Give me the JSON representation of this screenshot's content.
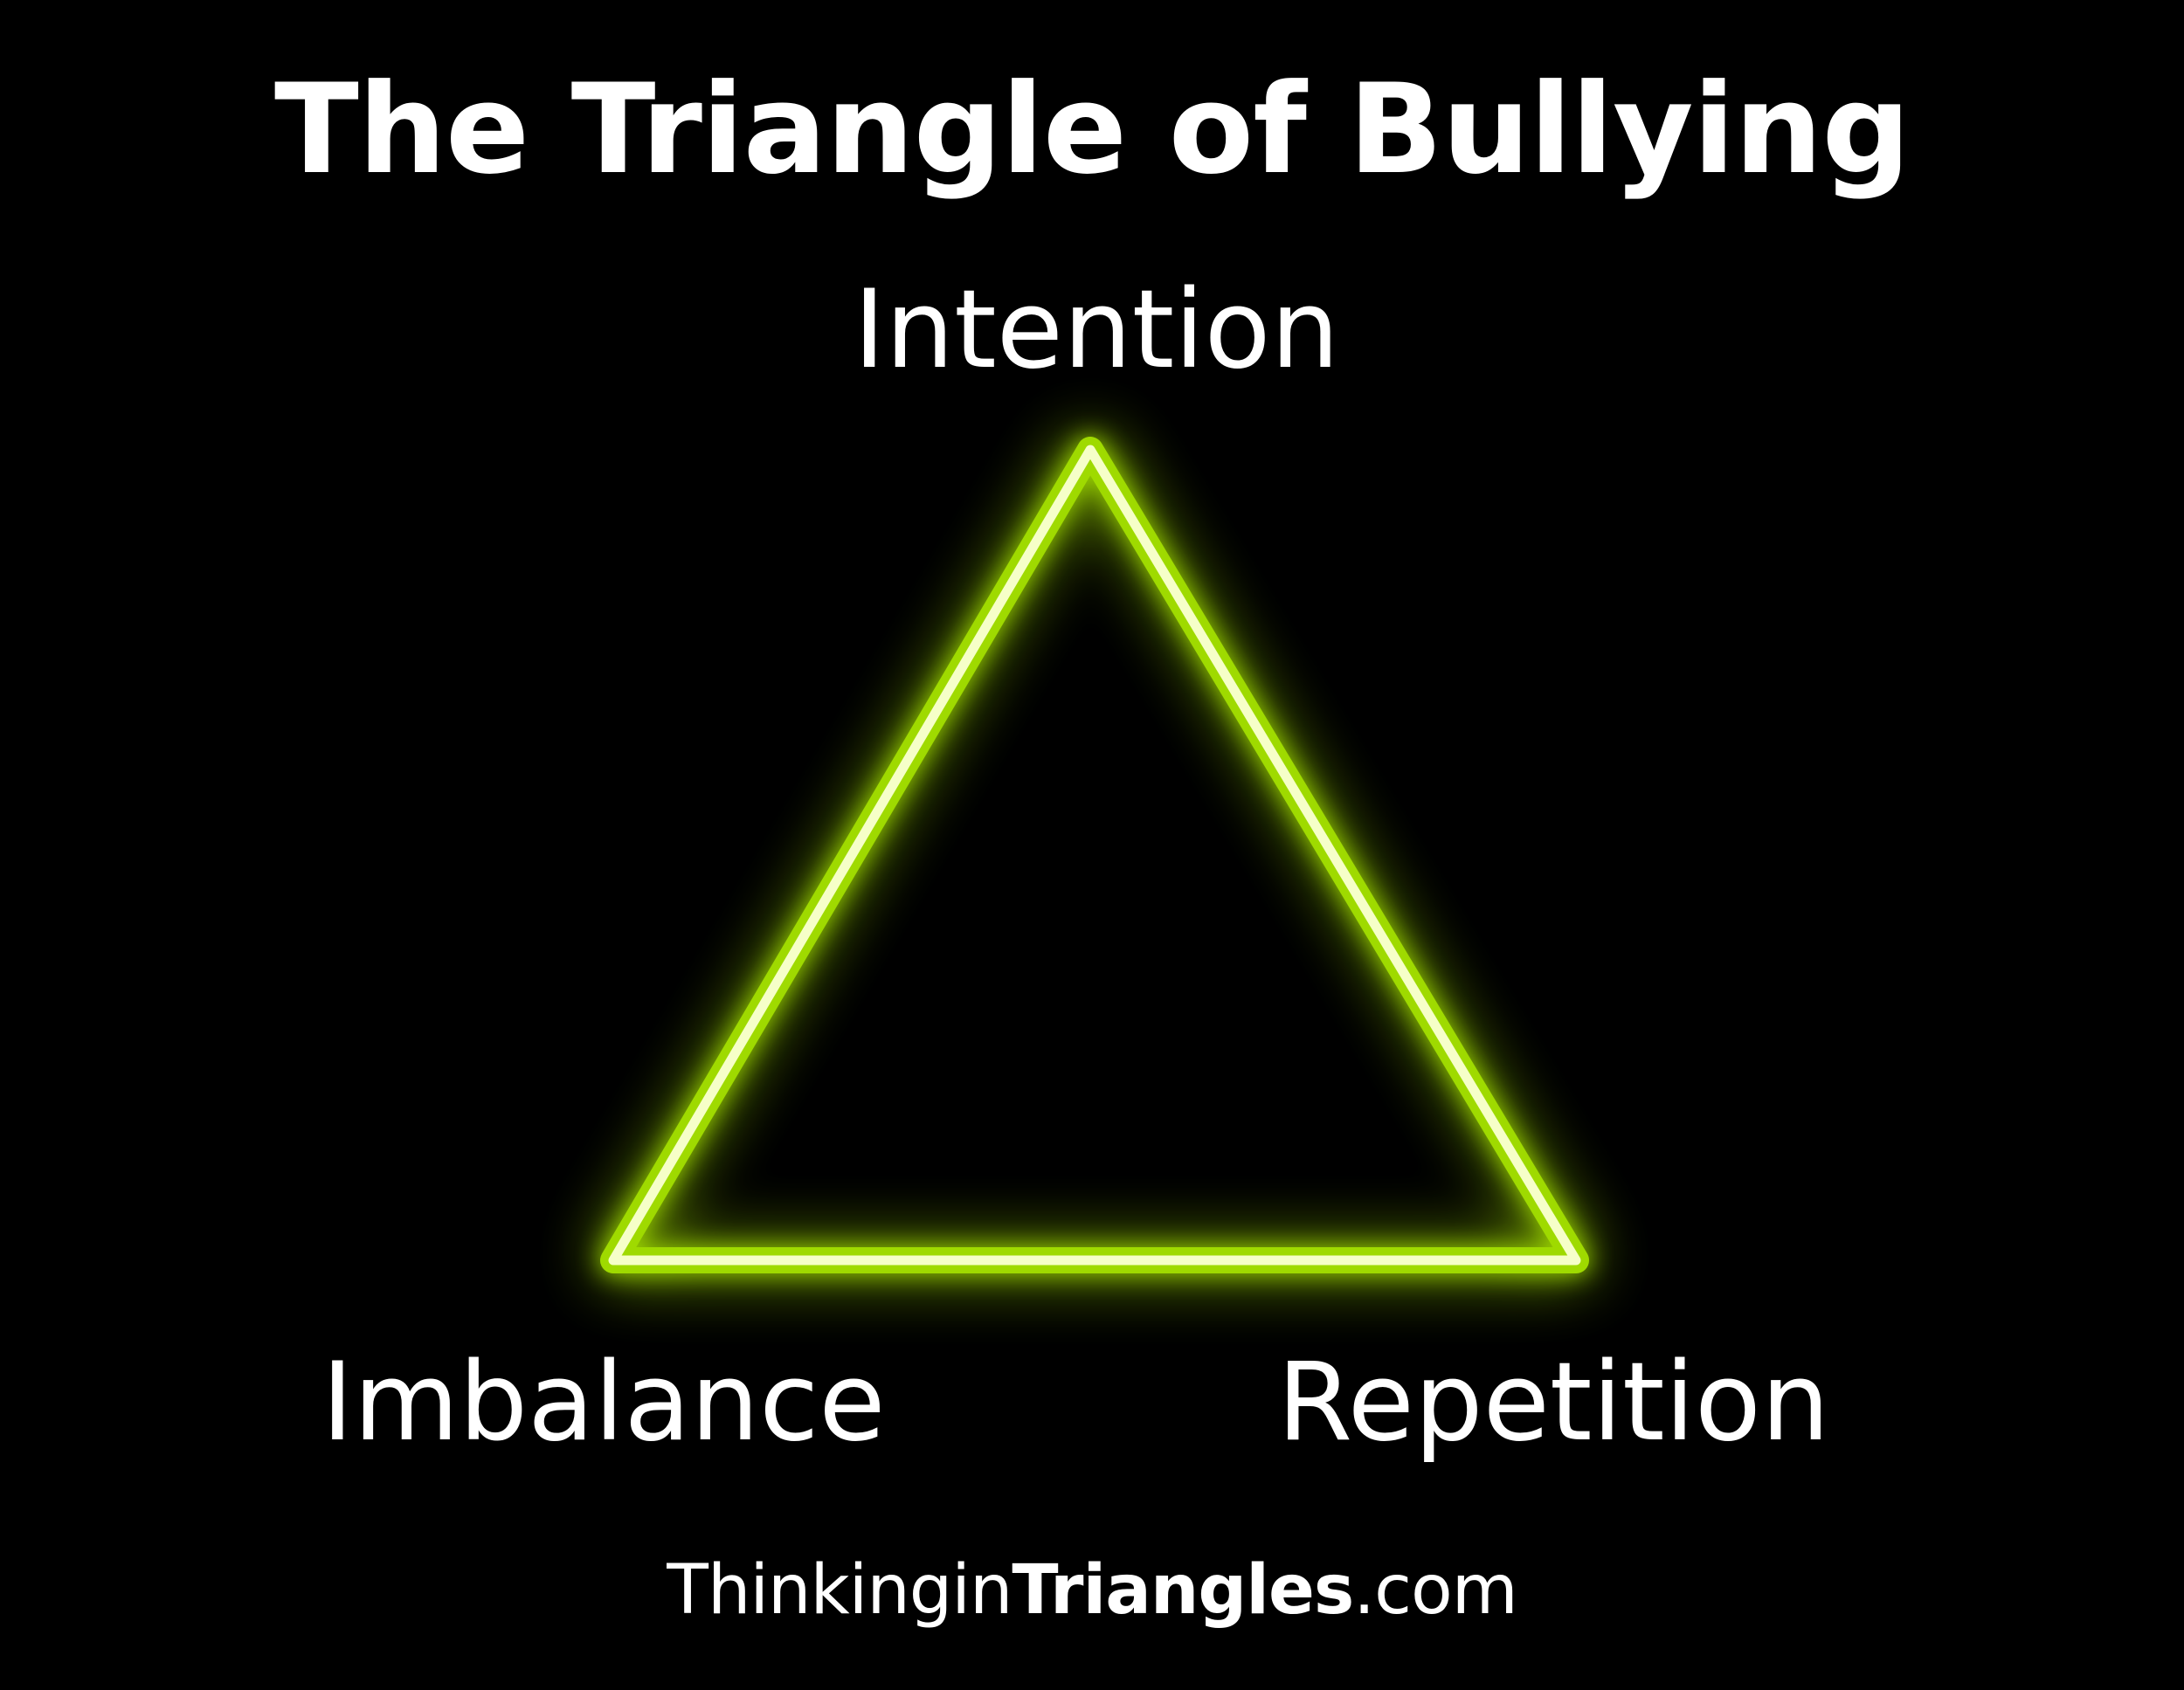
{
  "title": "The Triangle of Bullying",
  "vertices": {
    "top": "Intention",
    "left": "Imbalance",
    "right": "Repetition"
  },
  "footer": {
    "part1": "Thinkingin",
    "part2": "Triangles",
    "part3": ".com"
  },
  "colors": {
    "background": "#000000",
    "text": "#ffffff",
    "triangle_core": "#f6ffc8",
    "triangle_glow": "#a8e600"
  }
}
